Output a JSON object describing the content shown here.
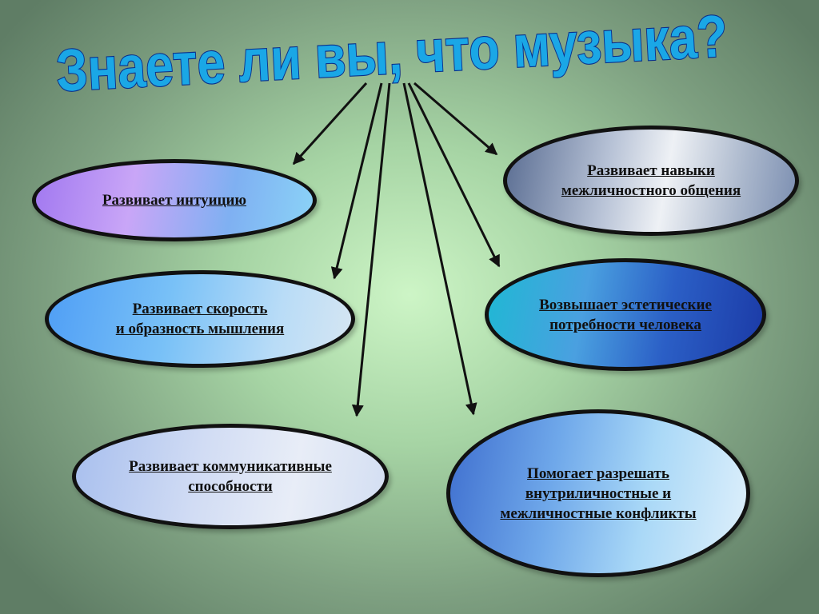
{
  "title": "Знаете ли вы, что музыка?",
  "colors": {
    "title_fill": "#1aa7e6",
    "title_stroke": "#0b2f8a",
    "arrow": "#111111",
    "oval_border": "#111111"
  },
  "items": [
    {
      "lines": [
        "Развивает интуицию"
      ]
    },
    {
      "lines": [
        "Развивает скорость",
        "и образность мышления"
      ]
    },
    {
      "lines": [
        "Развивает коммуникативные",
        "способности"
      ]
    },
    {
      "lines": [
        "Развивает навыки",
        "межличностного общения"
      ]
    },
    {
      "lines": [
        "Возвышает эстетические",
        "потребности человека"
      ]
    },
    {
      "lines": [
        "Помогает разрешать",
        "внутриличностные и",
        "межличностные конфликты"
      ]
    }
  ]
}
